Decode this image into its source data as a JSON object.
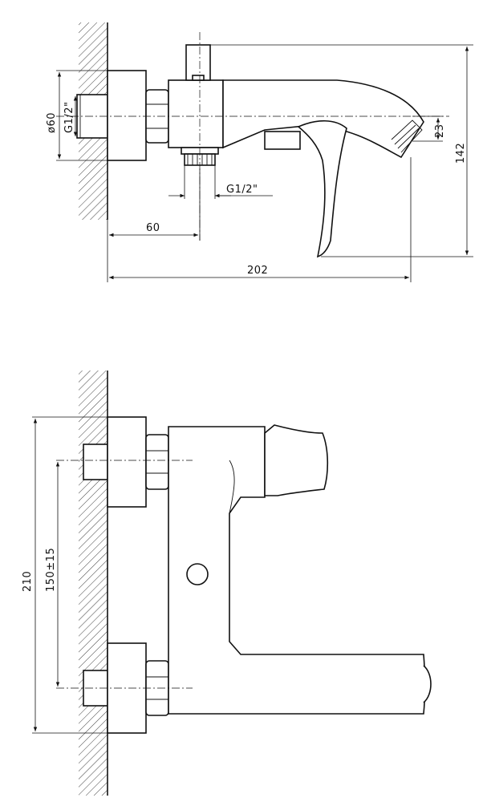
{
  "top_view": {
    "diameter_label": "ø60",
    "inlet_thread_label": "G1/2\"",
    "outlet_thread_label": "G1/2\"",
    "spout_height_label": "23",
    "total_height_label": "142",
    "offset_label": "60",
    "total_length_label": "202"
  },
  "front_view": {
    "height_label": "210",
    "spacing_label": "150±15"
  }
}
